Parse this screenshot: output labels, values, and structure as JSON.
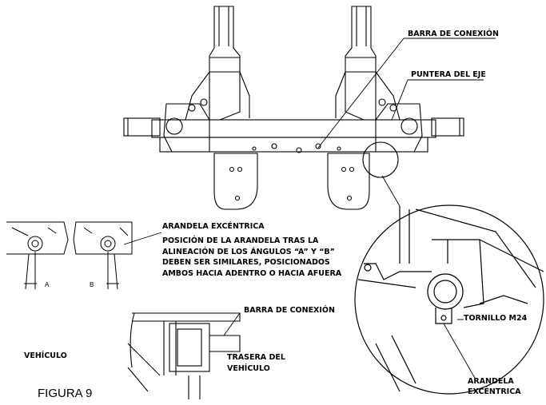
{
  "labels": {
    "barra_conexion_top": "BARRA DE CONEXIÓN",
    "puntera_eje": "PUNTERA DEL EJE",
    "arandela_excentrica_title": "ARANDELA EXCÉNTRICA",
    "instructions": [
      "POSICIÓN DE LA ARANDELA TRAS LA",
      "ALINEACIÓN DE LOS ÁNGULOS “A” Y “B”",
      "DEBEN SER SIMILARES, POSICIONADOS",
      "AMBOS HACIA ADENTRO O HACIA AFUERA"
    ],
    "angle_a": "A",
    "angle_b": "B",
    "barra_conexion_detail": "BARRA DE CONEXIÓN",
    "frente_vehiculo": "VEHÍCULO",
    "trasera_vehiculo_1": "TRASERA DEL",
    "trasera_vehiculo_2": "VEHÍCULO",
    "tornillo": "TORNILLO M24",
    "arandela_excentrica_1": "ARANDELA",
    "arandela_excentrica_2": "EXCÉNTRICA",
    "figure_caption": "FIGURA 9"
  }
}
